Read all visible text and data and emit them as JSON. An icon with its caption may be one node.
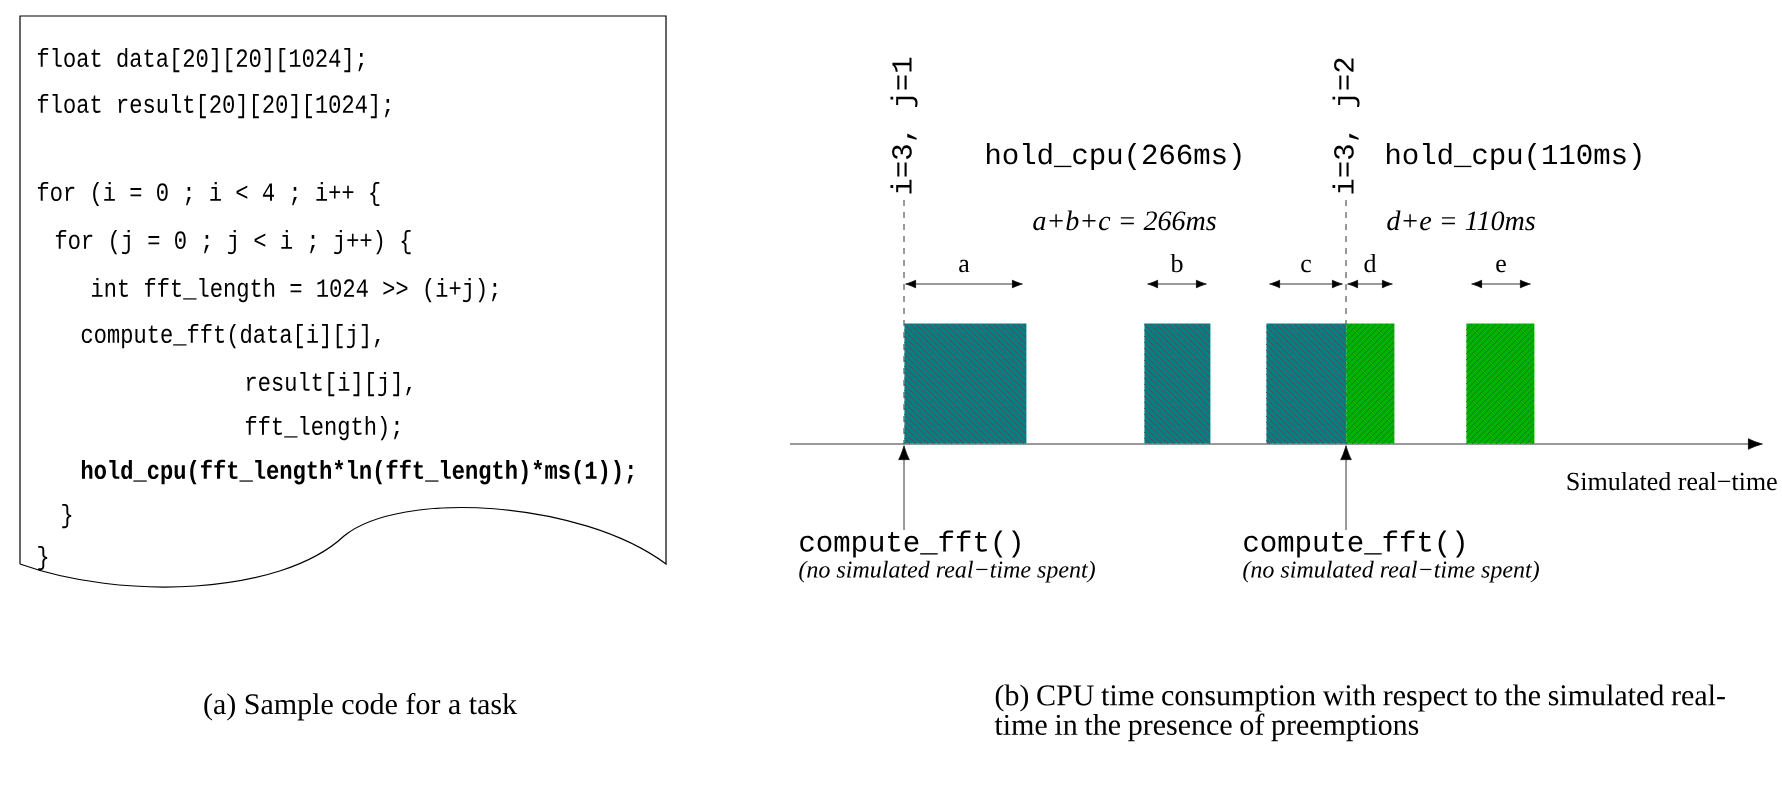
{
  "diagram": {
    "nodes": [
      {
        "text": [
          "float data[20][20][1024];",
          "float result[20][20][1024];",
          "for (i = 0 ; i < 4 ; i++ {",
          "for (j = 0 ; j < i ; j++) {",
          "int fft_length = 1024 >> (i+j);",
          "compute_fft(data[i][j],",
          "result[i][j],",
          "fft_length);",
          "hold_cpu(fft_length*ln(fft_length)*ms(1));",
          "}",
          "}"
        ]
      },
      {
        "text": [
          "compute_fft()",
          "(no simulated real−time spent)"
        ]
      },
      {
        "text": [
          "compute_fft()",
          "(no simulated real−time spent)"
        ]
      },
      {
        "text": [],
        "shape": "bar"
      },
      {
        "text": [],
        "shape": "bar"
      },
      {
        "text": [],
        "shape": "bar"
      },
      {
        "text": [],
        "shape": "bar"
      },
      {
        "text": [],
        "shape": "bar"
      }
    ],
    "edges": [
      {
        "from": 1,
        "to": 3,
        "arrow": "to"
      },
      {
        "from": 2,
        "to": 6,
        "arrow": "to"
      }
    ],
    "labels": [
      "i=3, j=1",
      "hold_cpu(266ms)",
      "a+b+c = 266ms",
      "i=3, j=2",
      "hold_cpu(110ms)",
      "d+e = 110ms",
      "a",
      "b",
      "c",
      "d",
      "e",
      "Simulated real−time",
      "(a) Sample code for a task",
      "(b) CPU time consumption with respect to the simulated real-time in the presence of preemptions"
    ]
  }
}
